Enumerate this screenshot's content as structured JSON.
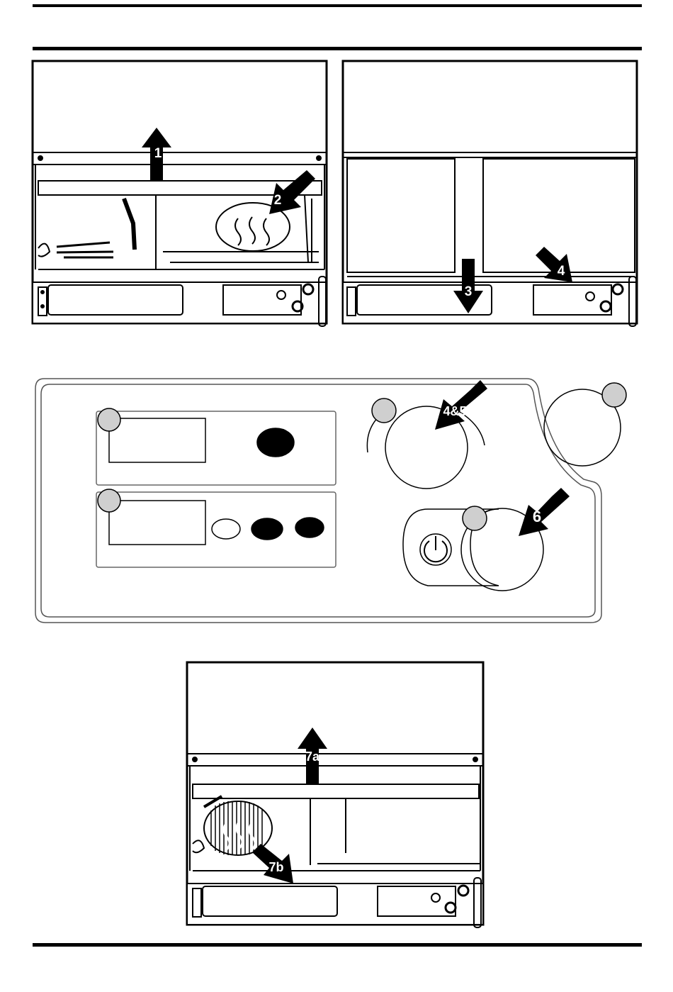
{
  "figure1": {
    "step_1": "1",
    "step_2": "2"
  },
  "figure2": {
    "step_3": "3",
    "step_4": "4"
  },
  "panel": {
    "step_45": "4&5",
    "step_6": "6"
  },
  "figure3": {
    "step_7a": "7a",
    "step_7b": "7b"
  },
  "colors": {
    "line": "#000000",
    "callout_gray": "#cfcfcf",
    "panel_outline": "#555555"
  },
  "icons": [
    "arrow-up-icon",
    "arrow-down-icon",
    "arrow-diagonal-icon",
    "heat-waves-icon",
    "power-icon",
    "toast-icon",
    "rotate-arrows-icon"
  ]
}
